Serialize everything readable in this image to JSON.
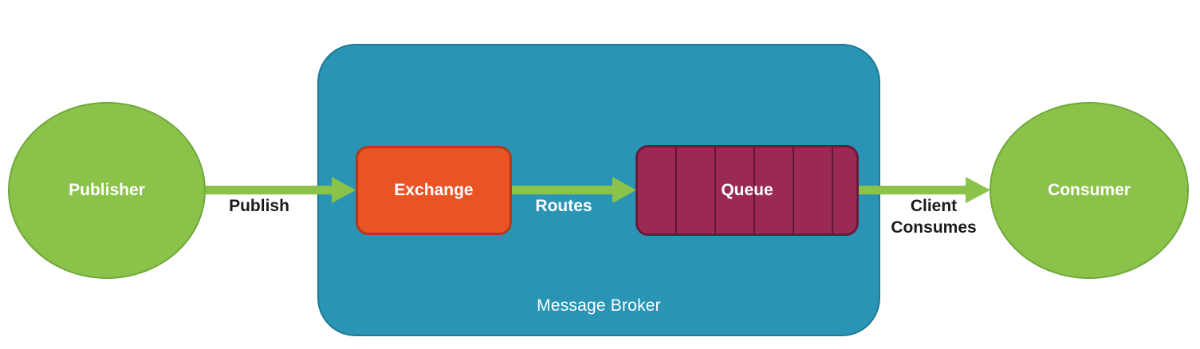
{
  "colors": {
    "broker": "#2a94b5",
    "node": "#8bc34a",
    "exchange": "#ea5324",
    "queue": "#9a2a55",
    "arrow": "#8bc34a"
  },
  "nodes": {
    "publisher": "Publisher",
    "consumer": "Consumer",
    "exchange": "Exchange",
    "queue": "Queue"
  },
  "broker": {
    "label": "Message Broker"
  },
  "edges": {
    "publish": "Publish",
    "routes": "Routes",
    "consumes_line1": "Client",
    "consumes_line2": "Consumes"
  }
}
